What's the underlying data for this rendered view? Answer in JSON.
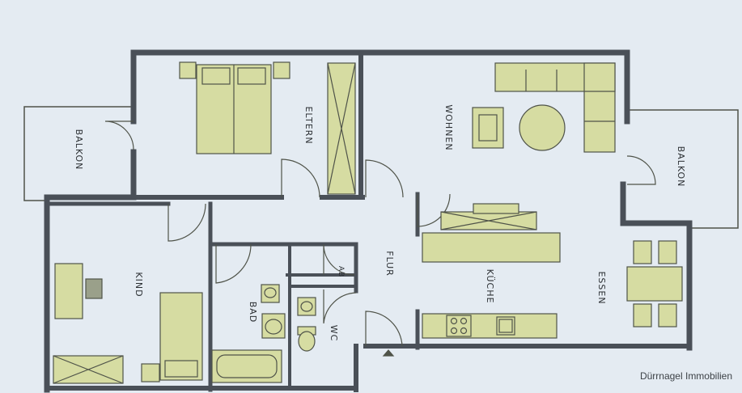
{
  "rooms": {
    "balkon_left": "BALKON",
    "eltern": "ELTERN",
    "wohnen": "WOHNEN",
    "balkon_right": "BALKON",
    "kind": "KIND",
    "flur": "FLUR",
    "kueche": "KÜCHE",
    "essen": "ESSEN",
    "bad": "BAD",
    "wc": "WC",
    "ab": "AB"
  },
  "watermark": "Dürrnagel Immobilien",
  "colors": {
    "background": "#e4ebf2",
    "wall": "#4a5058",
    "furniture": "#d6dca2",
    "outline": "#4f5349"
  }
}
